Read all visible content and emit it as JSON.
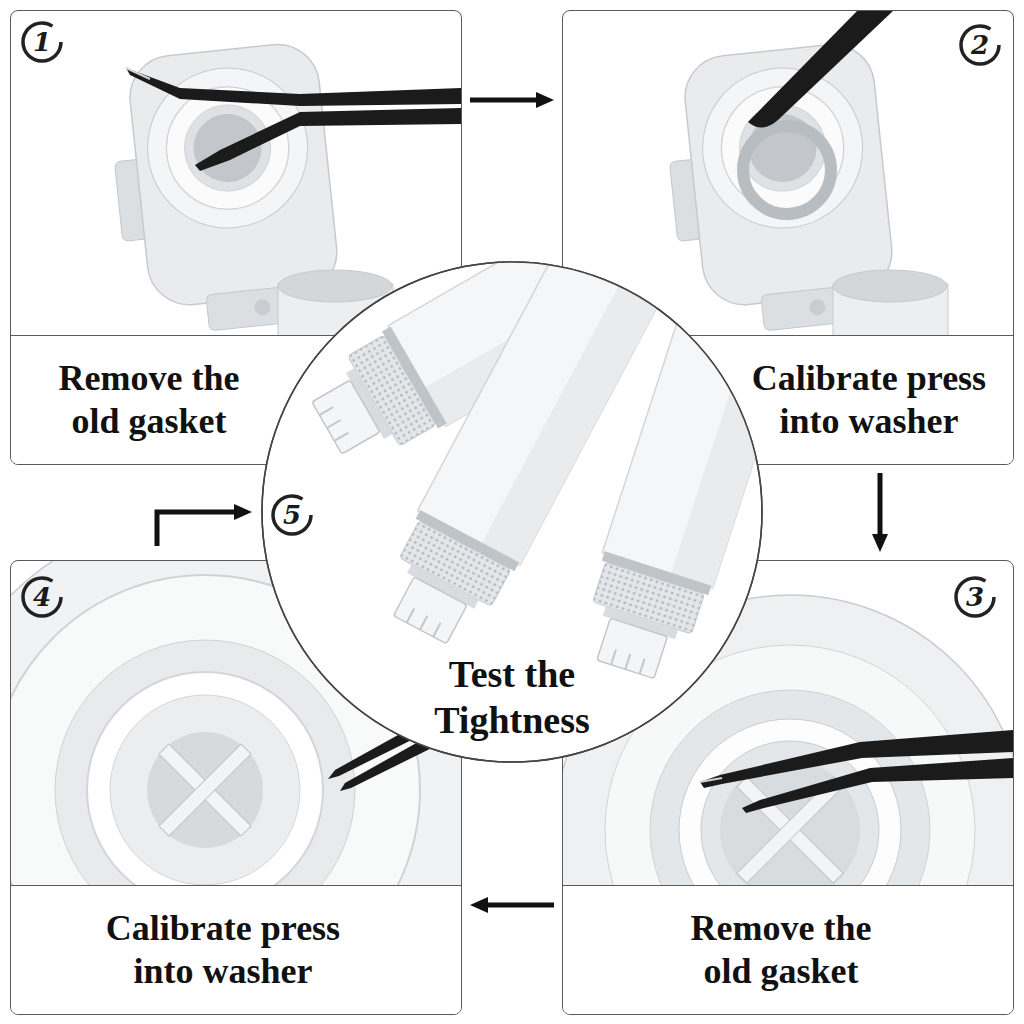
{
  "diagram": {
    "nodes": [
      {
        "text": [
          "Remove the old gasket"
        ]
      },
      {
        "text": [
          "Calibrate press into washer"
        ]
      },
      {
        "text": [
          "Remove the old gasket"
        ]
      },
      {
        "text": [
          "Calibrate press into washer"
        ]
      },
      {
        "text": [
          "Test the Tightness"
        ]
      }
    ],
    "edges": [
      {
        "from": 0,
        "to": 1,
        "arrow": "to"
      },
      {
        "from": 1,
        "to": 2,
        "arrow": "to"
      },
      {
        "from": 2,
        "to": 3,
        "arrow": "to"
      },
      {
        "from": 3,
        "to": 4,
        "arrow": "to"
      }
    ],
    "labels": [
      "1",
      "2",
      "3",
      "4",
      "5"
    ]
  }
}
